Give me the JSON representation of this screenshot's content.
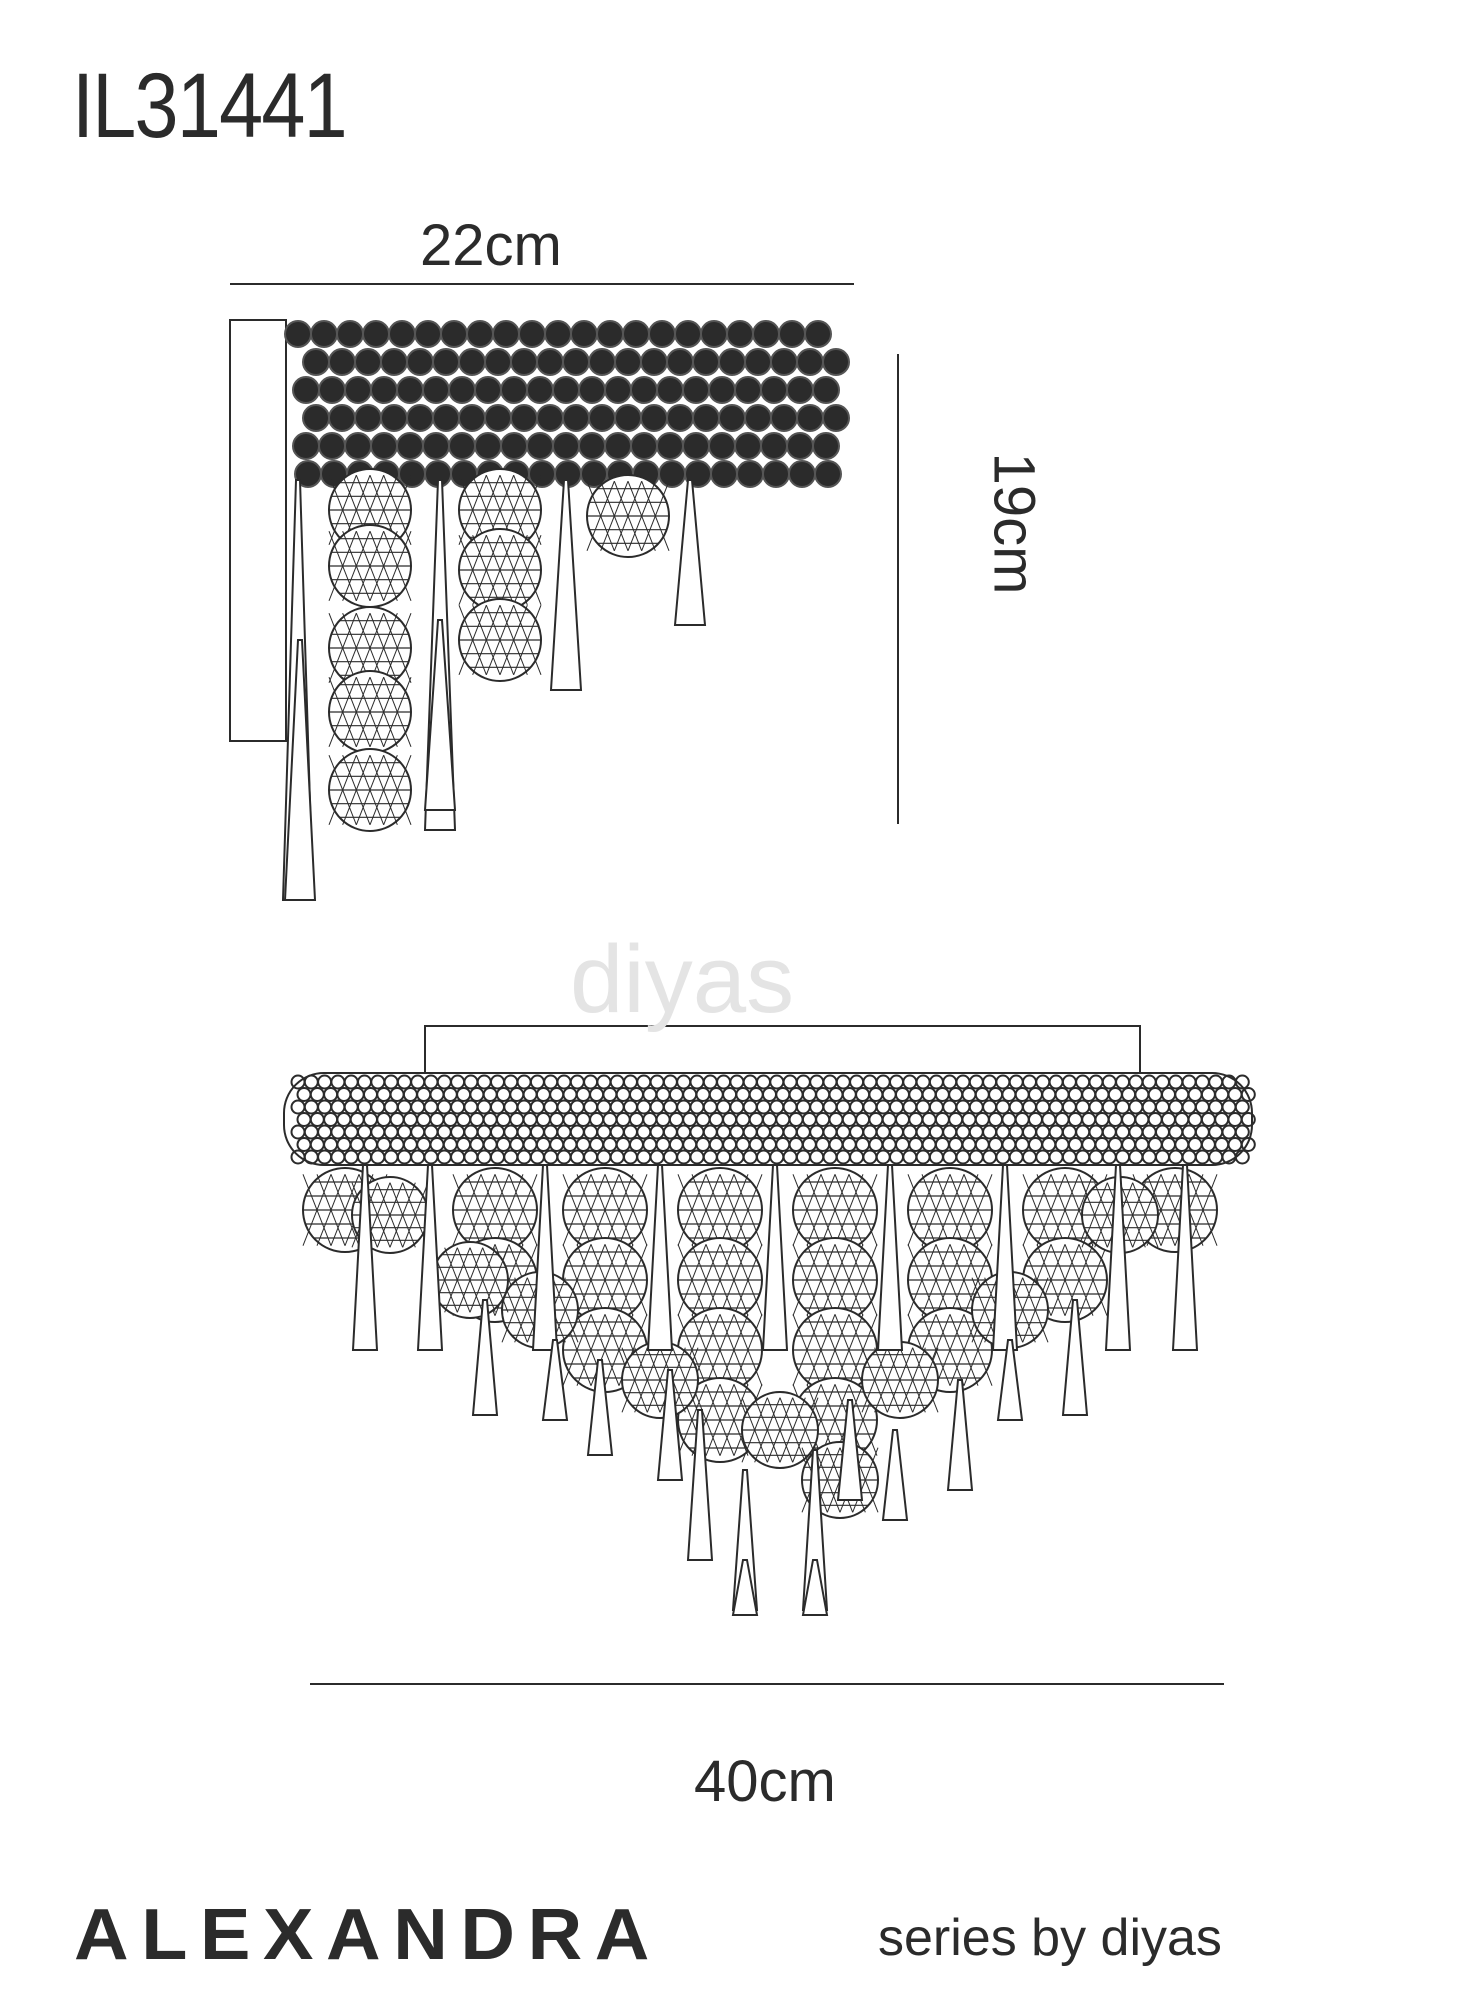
{
  "product_code": "IL31441",
  "dimensions": {
    "width_side": "22cm",
    "height": "19cm",
    "width_front": "40cm"
  },
  "footer": {
    "series_name": "ALEXANDRA",
    "series_tagline": "series by diyas"
  },
  "watermark": "diyas",
  "colors": {
    "line": "#2b2b2b",
    "background": "#ffffff"
  }
}
